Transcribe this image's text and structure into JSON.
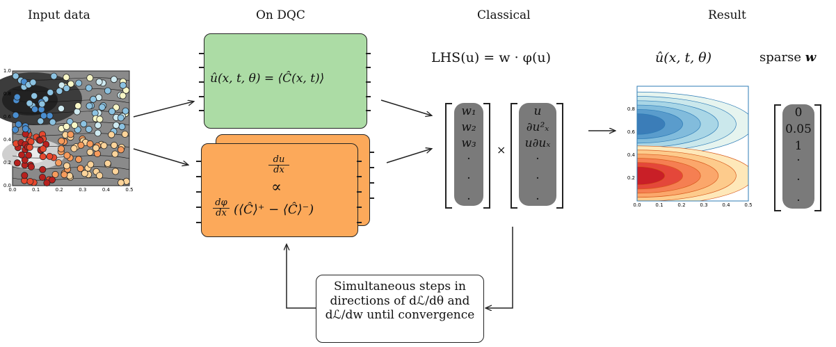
{
  "headers": {
    "input": "Input data",
    "dqc": "On DQC",
    "classical": "Classical",
    "result": "Result"
  },
  "green_panel": {
    "formula_lhs": "û(x, t, θ)",
    "formula_eq": " = ",
    "formula_rhs": "⟨Ĉ(x, t)⟩"
  },
  "orange_panel": {
    "du_num": "du",
    "du_den": "dx",
    "propto": "∝",
    "dphi_num": "dφ",
    "dphi_den": "dx",
    "expr": "(⟨Ĉ⟩⁺ − ⟨Ĉ⟩⁻)"
  },
  "classical": {
    "equation": "LHS(u) = w · φ(u)",
    "times": "×",
    "w_vector": [
      "w₁",
      "w₂",
      "w₃",
      ".",
      ".",
      "."
    ],
    "phi_vector": [
      "u",
      "∂u²ₓ",
      "u∂uₓ",
      ".",
      ".",
      "."
    ]
  },
  "result": {
    "uhat_label": "û(x, t, θ)",
    "sparse_label_text": "sparse ",
    "sparse_label_bold": "w",
    "sparse_vector": [
      "0",
      "0.05",
      "1",
      ".",
      ".",
      "."
    ]
  },
  "loop_box": {
    "line1": "Simultaneous steps in",
    "line2": "directions of dℒ/dθ and",
    "line3": "dℒ/dw until convergence"
  },
  "scatter_plot": {
    "x_ticks": [
      "0.0",
      "0.1",
      "0.2",
      "0.3",
      "0.4",
      "0.5"
    ],
    "y_ticks": [
      "0.0",
      "0.2",
      "0.4",
      "0.6",
      "0.8",
      "1.0"
    ]
  },
  "contour_plot": {
    "x_ticks": [
      "0.0",
      "0.1",
      "0.2",
      "0.3",
      "0.4",
      "0.5"
    ],
    "y_ticks": [
      "0.2",
      "0.4",
      "0.6",
      "0.8"
    ]
  },
  "colors": {
    "green": "#acdca5",
    "orange": "#fca95a",
    "vector_fill": "#7a7a7a",
    "contour_red": "#d7191c",
    "contour_blue": "#2c7bb6"
  }
}
